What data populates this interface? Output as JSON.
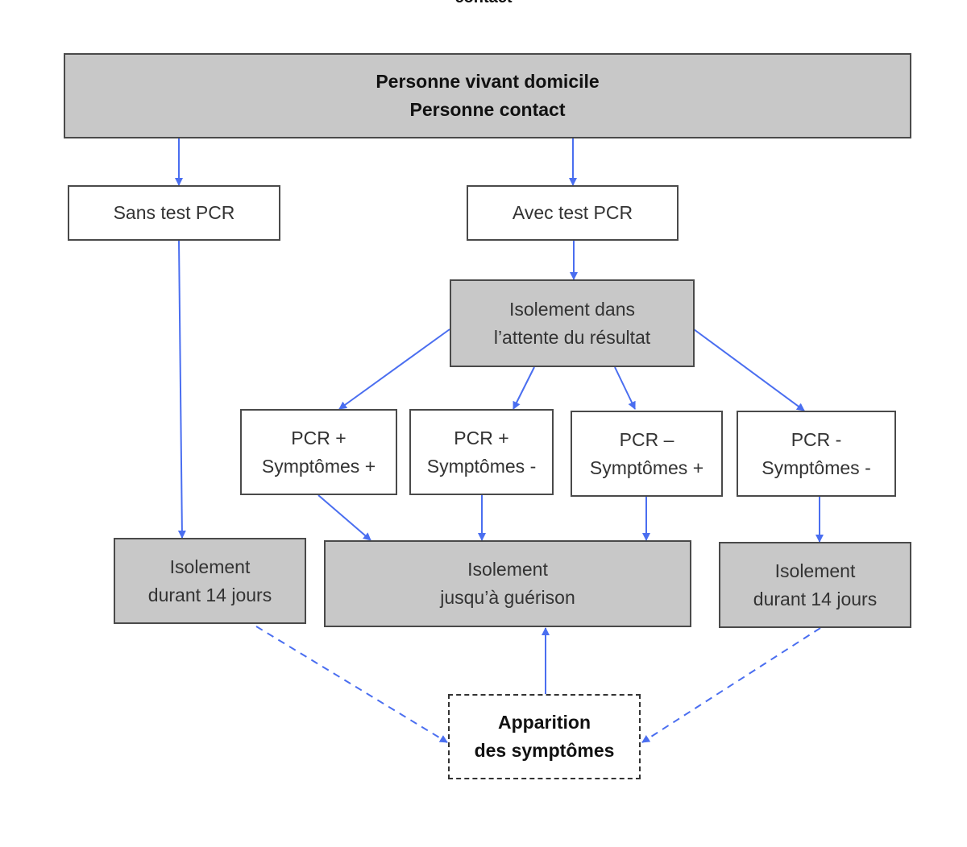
{
  "title_cut": "contact",
  "nodes": {
    "top": {
      "line1": "Personne vivant domicile",
      "line2": "Personne contact"
    },
    "sans_pcr": {
      "line1": "Sans test PCR"
    },
    "avec_pcr": {
      "line1": "Avec test PCR"
    },
    "isolement_attente": {
      "line1": "Isolement dans",
      "line2": "l’attente du résultat"
    },
    "pcr_pos_symp_pos": {
      "line1": "PCR +",
      "line2": "Symptômes +"
    },
    "pcr_pos_symp_neg": {
      "line1": "PCR +",
      "line2": "Symptômes -"
    },
    "pcr_neg_symp_pos": {
      "line1": "PCR –",
      "line2": "Symptômes +"
    },
    "pcr_neg_symp_neg": {
      "line1": "PCR -",
      "line2": "Symptômes -"
    },
    "isolement_14_left": {
      "line1": "Isolement",
      "line2": "durant 14 jours"
    },
    "isolement_guerison": {
      "line1": "Isolement",
      "line2": "jusqu’à guérison"
    },
    "isolement_14_right": {
      "line1": "Isolement",
      "line2": "durant 14 jours"
    },
    "apparition": {
      "line1": "Apparition",
      "line2": "des symptômes"
    }
  },
  "colors": {
    "arrow": "#4a6ef0",
    "grey_fill": "#c8c8c8",
    "border": "#4a4a4a"
  }
}
